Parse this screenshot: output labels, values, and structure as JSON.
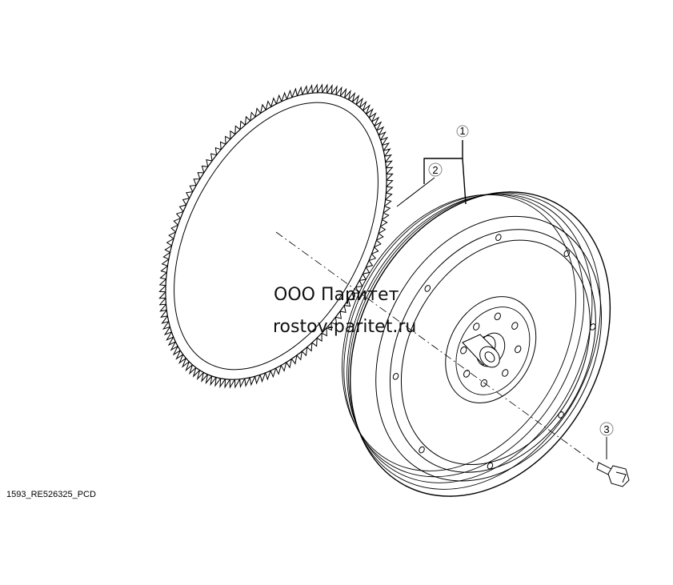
{
  "callouts": [
    {
      "label": "1"
    },
    {
      "label": "2"
    },
    {
      "label": "3"
    }
  ],
  "watermark": {
    "line1": "ООО Паритет",
    "line2": "rostov-paritet.ru"
  },
  "figure_id": "1593_RE526325_PCD",
  "colors": {
    "line": "#000000",
    "callout": "#555555",
    "background": "#ffffff"
  }
}
